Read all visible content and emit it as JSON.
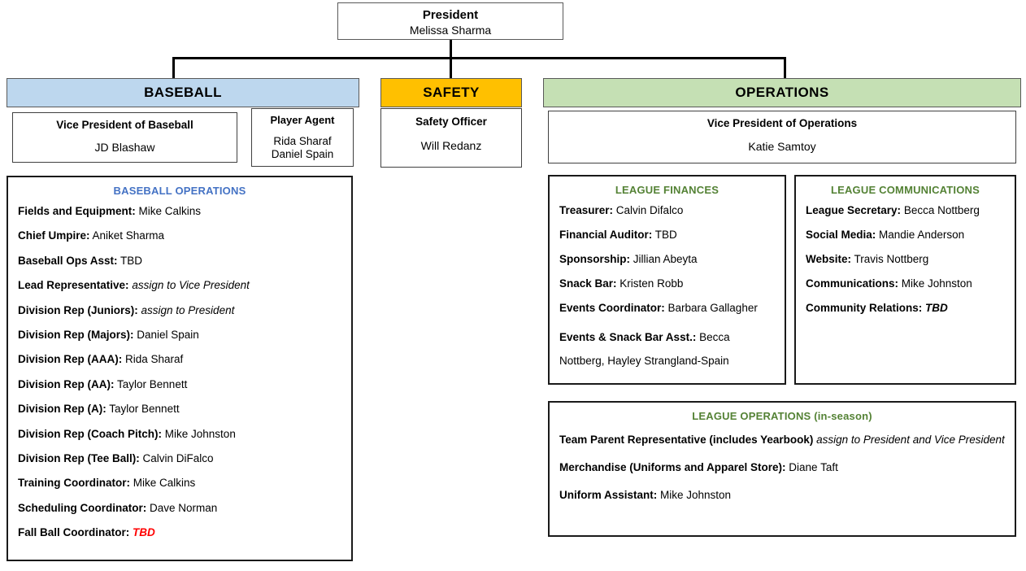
{
  "president": {
    "role": "President",
    "person": "Melissa Sharma"
  },
  "divisions": {
    "baseball": {
      "header": "BASEBALL",
      "color": "#BDD7EE",
      "vp": {
        "role": "Vice President of Baseball",
        "person": "JD Blashaw"
      },
      "player_agent": {
        "role": "Player Agent",
        "people": "Rida Sharaf\nDaniel Spain"
      }
    },
    "safety": {
      "header": "SAFETY",
      "color": "#FFC000",
      "officer": {
        "role": "Safety Officer",
        "person": "Will Redanz"
      }
    },
    "operations": {
      "header": "OPERATIONS",
      "color": "#C5E0B4",
      "vp": {
        "role": "Vice President of Operations",
        "person": "Katie Samtoy"
      }
    }
  },
  "panels": {
    "baseball_operations": {
      "title": "BASEBALL OPERATIONS",
      "title_color": "#4472C4",
      "entries": [
        {
          "label": "Fields and Equipment",
          "sep": ":",
          "value": "Mike Calkins",
          "style": "plain"
        },
        {
          "label": "Chief Umpire:",
          "sep": "",
          "value": " Aniket Sharma",
          "style": "plain"
        },
        {
          "label": "Baseball Ops Asst:",
          "sep": "",
          "value": " TBD",
          "style": "plain"
        },
        {
          "label": "Lead Representative",
          "sep": ":",
          "value": "assign to Vice President",
          "style": "italic"
        },
        {
          "label": "Division Rep (Juniors):",
          "sep": "",
          "value": " assign to President",
          "style": "italic"
        },
        {
          "label": "Division Rep (Majors)",
          "sep": ":",
          "value": "Daniel Spain",
          "style": "plain"
        },
        {
          "label": "Division Rep (AAA)",
          "sep": ":",
          "value": "Rida Sharaf",
          "style": "plain"
        },
        {
          "label": "Division Rep (AA)",
          "sep": ":",
          "value": "Taylor Bennett",
          "style": "plain"
        },
        {
          "label": "Division Rep (A)",
          "sep": ":",
          "value": "Taylor Bennett",
          "style": "plain"
        },
        {
          "label": "Division Rep (Coach Pitch)",
          "sep": ":",
          "value": "Mike Johnston",
          "style": "plain"
        },
        {
          "label": "Division Rep (Tee Ball)",
          "sep": ":",
          "value": "Calvin DiFalco",
          "style": "plain"
        },
        {
          "label": "Training Coordinator",
          "sep": ":",
          "value": "Mike Calkins",
          "style": "plain"
        },
        {
          "label": "Scheduling Coordinator:",
          "sep": "",
          "value": " Dave Norman",
          "style": "plain"
        },
        {
          "label": "Fall Ball Coordinator:",
          "sep": "",
          "value": " TBD",
          "style": "tbd-red"
        }
      ]
    },
    "league_finances": {
      "title": "LEAGUE FINANCES",
      "title_color": "#548235",
      "entries": [
        {
          "label": "Treasurer",
          "sep": ":",
          "value": "Calvin Difalco",
          "style": "plain"
        },
        {
          "label": "Financial Auditor:",
          "sep": "",
          "value": " TBD",
          "style": "plain"
        },
        {
          "label": "Sponsorship",
          "sep": ":",
          "value": "Jillian Abeyta",
          "style": "plain"
        },
        {
          "label": "Snack Bar",
          "sep": ":",
          "value": "Kristen Robb",
          "style": "plain"
        },
        {
          "label": "Events Coordinator",
          "sep": ":",
          "value": "Barbara Gallagher",
          "style": "plain"
        },
        {
          "label": "Events & Snack Bar Asst.:",
          "sep": "",
          "value": " Becca Nottberg, Hayley Strangland-Spain",
          "style": "wrap"
        }
      ]
    },
    "league_communications": {
      "title": "LEAGUE COMMUNICATIONS",
      "title_color": "#548235",
      "entries": [
        {
          "label": "League Secretary",
          "sep": ":",
          "value": "Becca Nottberg",
          "style": "plain"
        },
        {
          "label": "Social Media",
          "sep": ":",
          "value": "Mandie Anderson",
          "style": "plain"
        },
        {
          "label": "Website",
          "sep": ":",
          "value": "Travis Nottberg",
          "style": "plain"
        },
        {
          "label": "Communications:",
          "sep": "",
          "value": " Mike Johnston",
          "style": "plain"
        },
        {
          "label": "Community Relations",
          "sep": ":",
          "value": "TBD",
          "style": "tbd-bi"
        }
      ]
    },
    "league_operations": {
      "title": "LEAGUE OPERATIONS (in-season)",
      "title_color": "#548235",
      "entries": [
        {
          "label": "Team Parent Representative (includes Yearbook)",
          "sep": "",
          "value": " assign to President and Vice President",
          "style": "italic"
        },
        {
          "label": "Merchandise (Uniforms and Apparel Store):",
          "sep": "",
          "value": " Diane Taft",
          "style": "plain"
        },
        {
          "label": "Uniform Assistant:",
          "sep": "",
          "value": " Mike Johnston",
          "style": "plain"
        }
      ]
    }
  }
}
